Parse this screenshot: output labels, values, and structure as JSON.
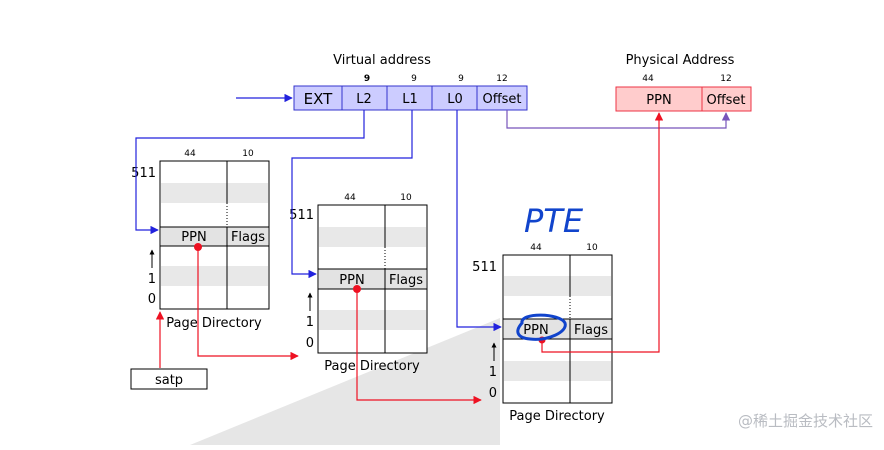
{
  "virtual_address": {
    "title": "Virtual address",
    "fields": [
      {
        "label": "EXT",
        "bits": ""
      },
      {
        "label": "L2",
        "bits": "9"
      },
      {
        "label": "L1",
        "bits": "9"
      },
      {
        "label": "L0",
        "bits": "9"
      },
      {
        "label": "Offset",
        "bits": "12"
      }
    ]
  },
  "physical_address": {
    "title": "Physical Address",
    "fields": [
      {
        "label": "PPN",
        "bits": "44"
      },
      {
        "label": "Offset",
        "bits": "12"
      }
    ]
  },
  "page_directories": [
    {
      "caption": "Page Directory",
      "ppn_label": "PPN",
      "flags_label": "Flags",
      "ppn_bits": "44",
      "flags_bits": "10",
      "index_top": "511",
      "index_one": "1",
      "index_zero": "0"
    },
    {
      "caption": "Page Directory",
      "ppn_label": "PPN",
      "flags_label": "Flags",
      "ppn_bits": "44",
      "flags_bits": "10",
      "index_top": "511",
      "index_one": "1",
      "index_zero": "0"
    },
    {
      "caption": "Page Directory",
      "ppn_label": "PPN",
      "flags_label": "Flags",
      "ppn_bits": "44",
      "flags_bits": "10",
      "index_top": "511",
      "index_one": "1",
      "index_zero": "0"
    }
  ],
  "satp_label": "satp",
  "handwritten_note": "PTE",
  "watermark": "@稀土掘金技术社区",
  "colors": {
    "virtual_fill": "#ccccff",
    "virtual_stroke": "#3333cc",
    "physical_fill": "#ffcccc",
    "physical_stroke": "#ee3344",
    "blue_arrow": "#2222dd",
    "purple_arrow": "#7755bb",
    "red_arrow": "#ee1122",
    "ink_blue": "#1144cc"
  }
}
